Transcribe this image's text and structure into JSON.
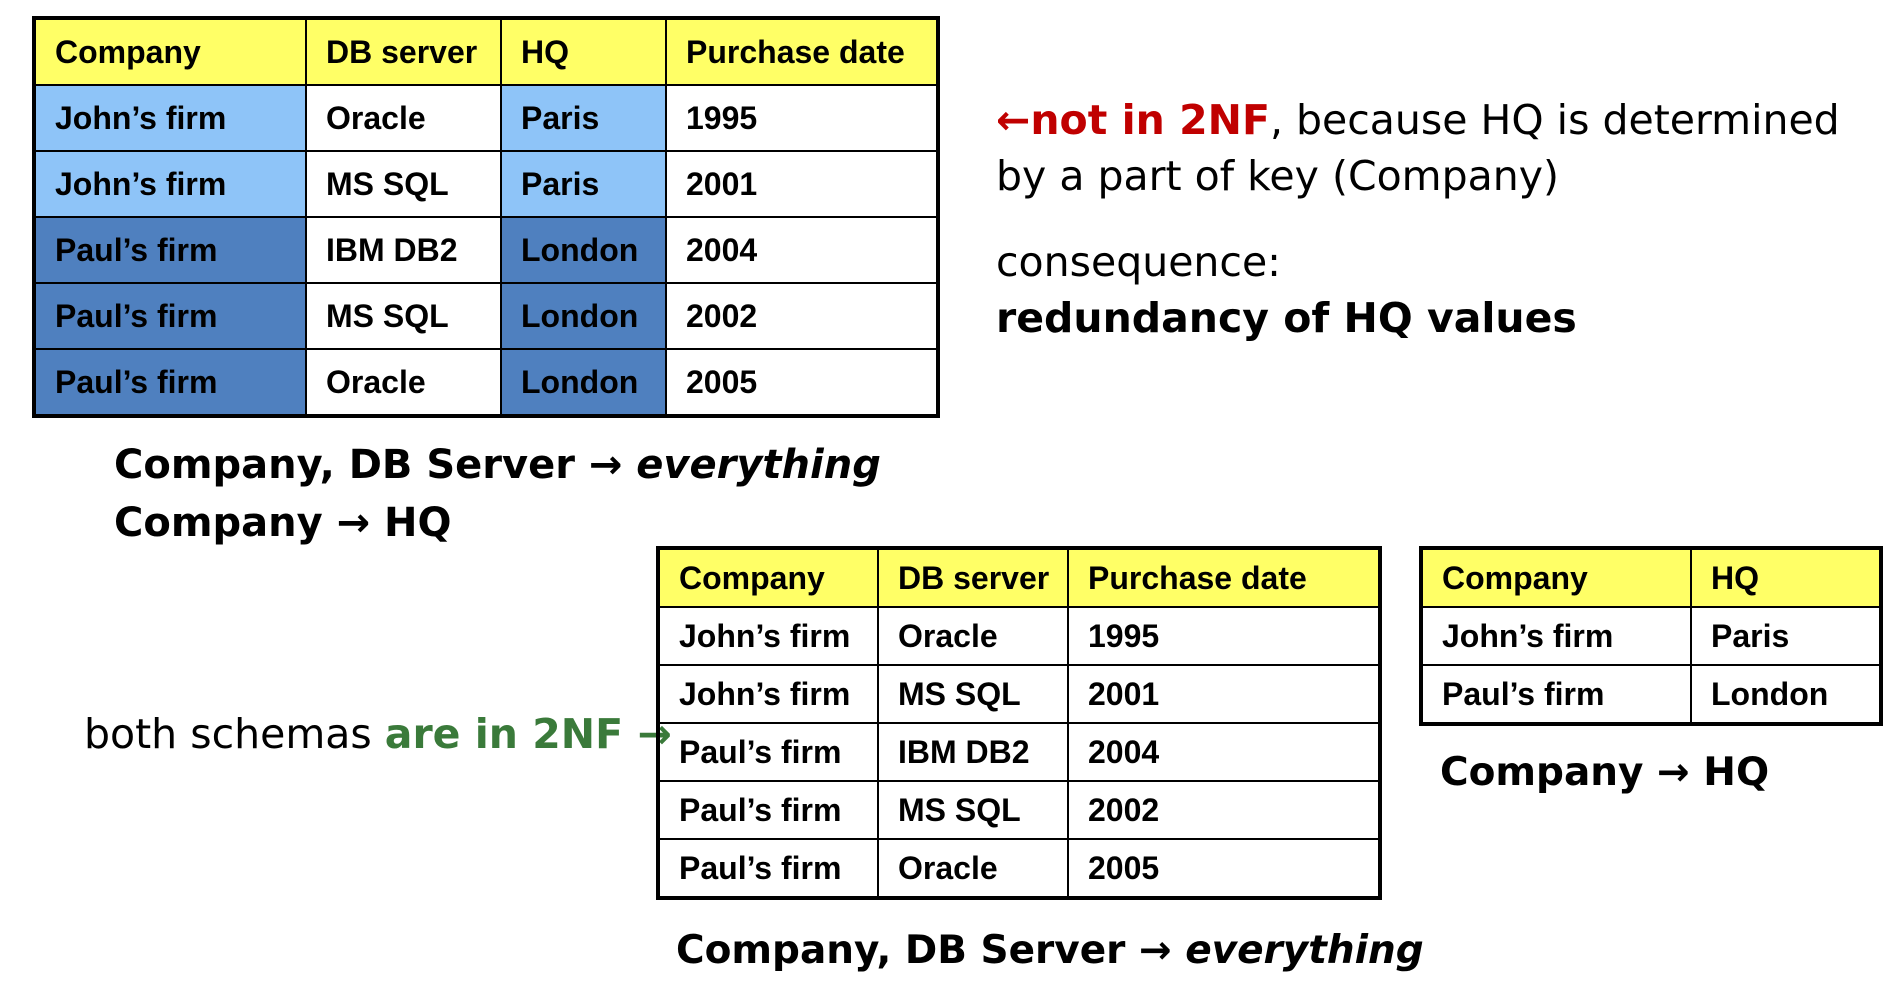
{
  "main_table": {
    "headers": [
      "Company",
      "DB server",
      "HQ",
      "Purchase date"
    ],
    "rows": [
      [
        "John’s firm",
        "Oracle",
        "Paris",
        "1995"
      ],
      [
        "John’s firm",
        "MS SQL",
        "Paris",
        "2001"
      ],
      [
        "Paul’s firm",
        "IBM DB2",
        "London",
        "2004"
      ],
      [
        "Paul’s firm",
        "MS SQL",
        "London",
        "2002"
      ],
      [
        "Paul’s firm",
        "Oracle",
        "London",
        "2005"
      ]
    ]
  },
  "annotation": {
    "arrow": "←",
    "not_in_2nf": "not in 2NF",
    "because": ", because HQ is determined",
    "line2": "by a part of key (Company)",
    "consequence": "consequence:",
    "redundancy": "redundancy of HQ values"
  },
  "fd_main": {
    "line1_prefix": "Company, DB Server →",
    "line1_everything": "everything",
    "line2": "Company → HQ"
  },
  "both_schemas": {
    "prefix": "both schemas ",
    "highlight": "are in 2NF →"
  },
  "left_table": {
    "headers": [
      "Company",
      "DB server",
      "Purchase date"
    ],
    "rows": [
      [
        "John’s firm",
        "Oracle",
        "1995"
      ],
      [
        "John’s firm",
        "MS SQL",
        "2001"
      ],
      [
        "Paul’s firm",
        "IBM DB2",
        "2004"
      ],
      [
        "Paul’s firm",
        "MS SQL",
        "2002"
      ],
      [
        "Paul’s firm",
        "Oracle",
        "2005"
      ]
    ]
  },
  "fd_left": {
    "prefix": "Company, DB Server →",
    "everything": "everything"
  },
  "right_table": {
    "headers": [
      "Company",
      "HQ"
    ],
    "rows": [
      [
        "John’s firm",
        "Paris"
      ],
      [
        "Paul’s firm",
        "London"
      ]
    ]
  },
  "fd_right": "Company → HQ",
  "colors": {
    "header_yellow": "#ffff66",
    "light_blue": "#8ec4f8",
    "dark_blue": "#4f80bf",
    "red": "#c00000",
    "green": "#3a7a3a"
  }
}
